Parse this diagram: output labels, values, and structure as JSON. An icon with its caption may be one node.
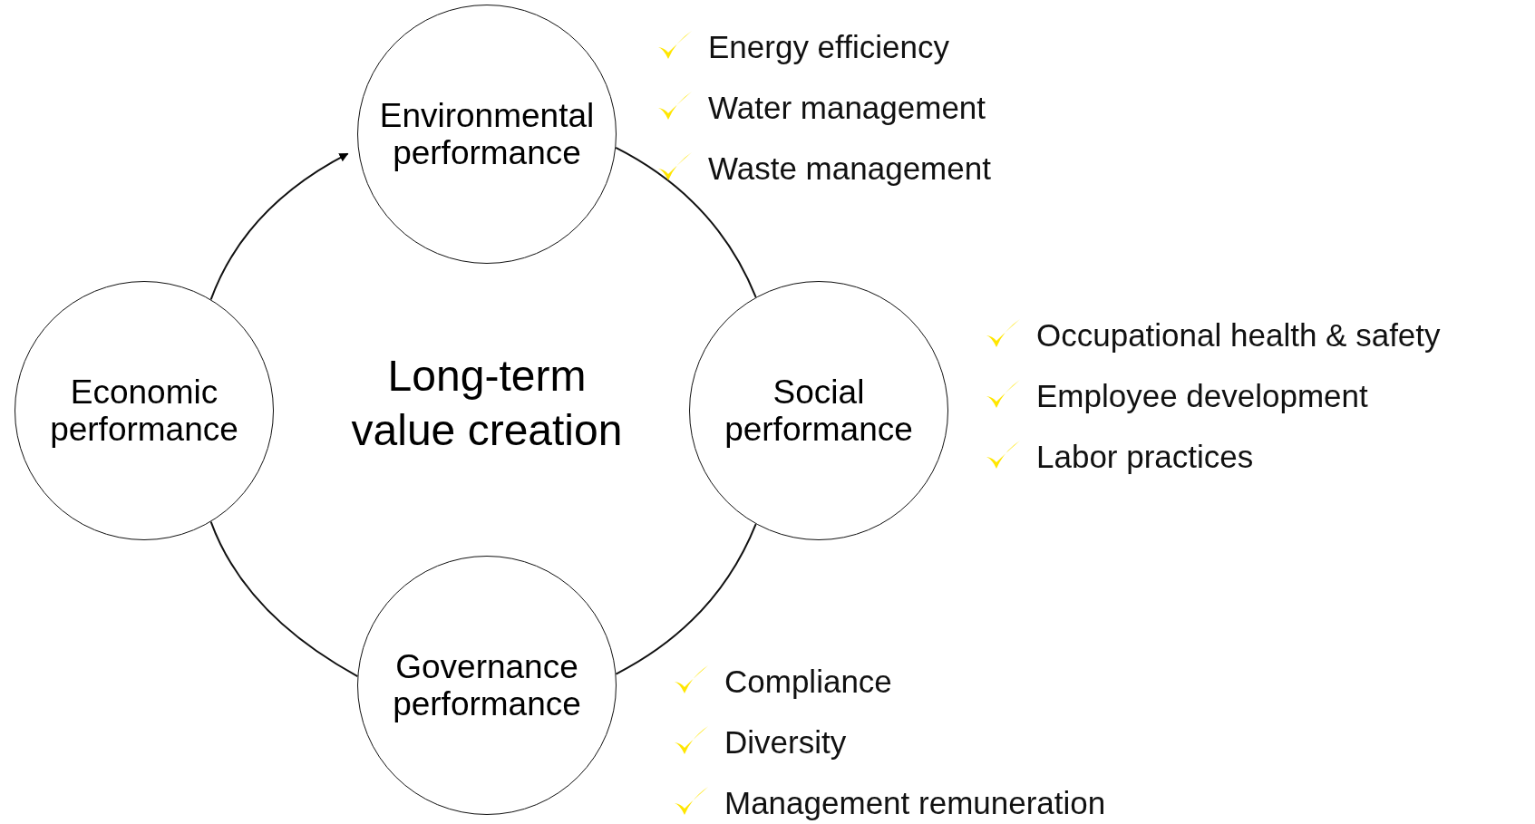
{
  "diagram": {
    "nodes": [
      {
        "text": [
          "Environmental performance"
        ],
        "beside": [
          "Energy efficiency",
          "Water management",
          "Waste management"
        ]
      },
      {
        "text": [
          "Economic performance"
        ]
      },
      {
        "text": [
          "Social performance"
        ],
        "beside": [
          "Occupational health & safety",
          "Employee development",
          "Labor practices"
        ]
      },
      {
        "text": [
          "Governance performance"
        ],
        "beside": [
          "Compliance",
          "Diversity",
          "Management remuneration"
        ]
      }
    ],
    "edges": [
      {
        "from": 1,
        "to": 0,
        "arrow": "to"
      },
      {
        "from": 0,
        "to": 2,
        "arrow": "none"
      },
      {
        "from": 2,
        "to": 3,
        "arrow": "none"
      },
      {
        "from": 3,
        "to": 1,
        "arrow": "none"
      }
    ],
    "labels": [
      "Long-term value creation"
    ]
  }
}
